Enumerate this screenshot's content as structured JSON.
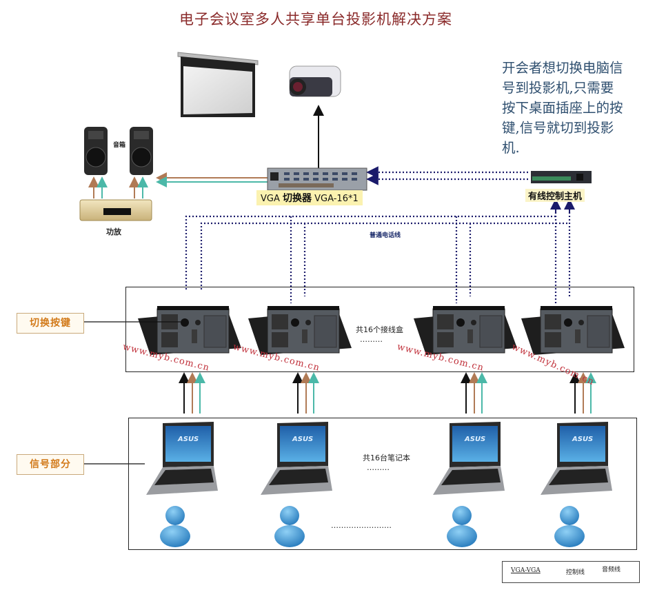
{
  "title": "电子会议室多人共享单台投影机解决方案",
  "note_lines": [
    "开会者想切换电脑信",
    "号到投影机,只需要",
    "按下桌面插座上的按",
    "键,信号就切到投影",
    "机."
  ],
  "devices": {
    "screen": "projection-screen",
    "projector": "projector",
    "speakers_label": "音箱",
    "amplifier_label": "功放",
    "switcher": {
      "prefix": "VGA",
      "name": "切换器",
      "model": "VGA-16*1"
    },
    "controller_label": "有线控制主机",
    "phone_line_label": "普通电话线"
  },
  "sections": {
    "switch_keys": "切换按键",
    "signal_part": "信号部分"
  },
  "switch_boxes": {
    "count_text": "共16个接线盒",
    "ellipsis": "………",
    "watermark": "www.myb.com.cn"
  },
  "laptops": {
    "count_text": "共16台笔记本",
    "ellipsis": "………",
    "users_ellipsis": "……………………",
    "brand": "ASUS"
  },
  "legend": {
    "vga": "VGA-VGA",
    "control": "控制线",
    "audio": "音频线"
  },
  "colors": {
    "title": "#8a2a2a",
    "note": "#2f4f6f",
    "audio_brown": "#b07a55",
    "audio_teal": "#4bb8a8",
    "control_blue": "#1a1a6a",
    "watermark": "#c0303a",
    "tag_orange": "#d27a1a"
  }
}
